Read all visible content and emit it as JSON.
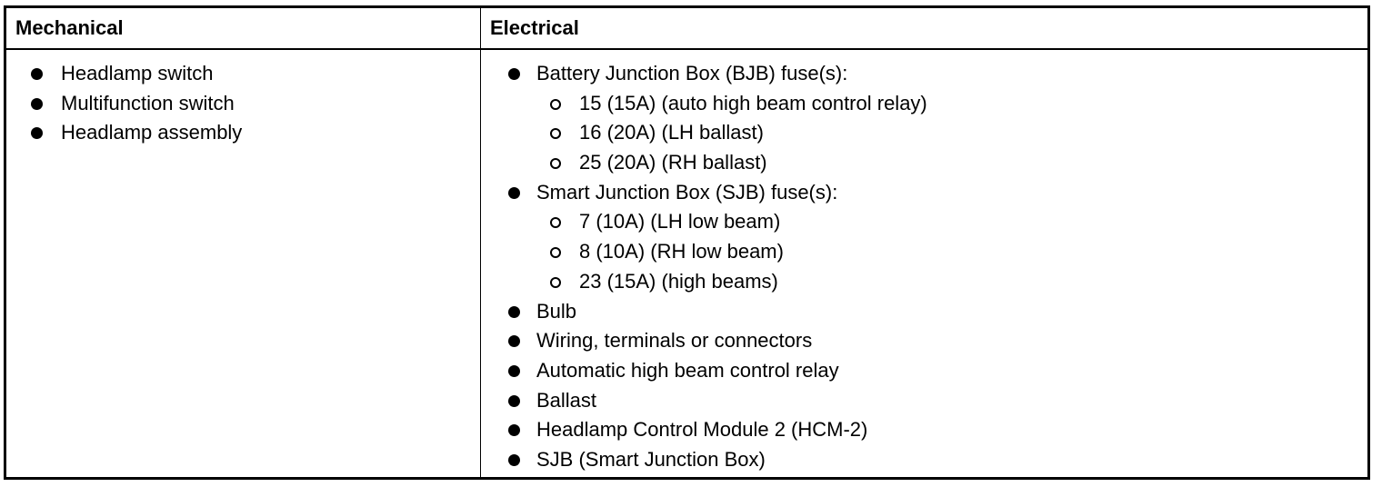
{
  "table": {
    "headers": {
      "mechanical": "Mechanical",
      "electrical": "Electrical"
    },
    "mechanical_items": [
      "Headlamp switch",
      "Multifunction switch",
      "Headlamp assembly"
    ],
    "electrical_items": [
      {
        "level": 1,
        "text": "Battery Junction Box (BJB) fuse(s):"
      },
      {
        "level": 2,
        "text": "15 (15A) (auto high beam control relay)"
      },
      {
        "level": 2,
        "text": "16 (20A) (LH ballast)"
      },
      {
        "level": 2,
        "text": "25 (20A) (RH ballast)"
      },
      {
        "level": 1,
        "text": "Smart Junction Box (SJB) fuse(s):"
      },
      {
        "level": 2,
        "text": "7 (10A) (LH low beam)"
      },
      {
        "level": 2,
        "text": "8 (10A) (RH low beam)"
      },
      {
        "level": 2,
        "text": "23 (15A) (high beams)"
      },
      {
        "level": 1,
        "text": "Bulb"
      },
      {
        "level": 1,
        "text": "Wiring, terminals or connectors"
      },
      {
        "level": 1,
        "text": "Automatic high beam control relay"
      },
      {
        "level": 1,
        "text": "Ballast"
      },
      {
        "level": 1,
        "text": "Headlamp Control Module 2 (HCM-2)"
      },
      {
        "level": 1,
        "text": "SJB (Smart Junction Box)"
      }
    ],
    "icons": {
      "level1": "filled-bullet-icon",
      "level2": "hollow-bullet-icon"
    }
  }
}
